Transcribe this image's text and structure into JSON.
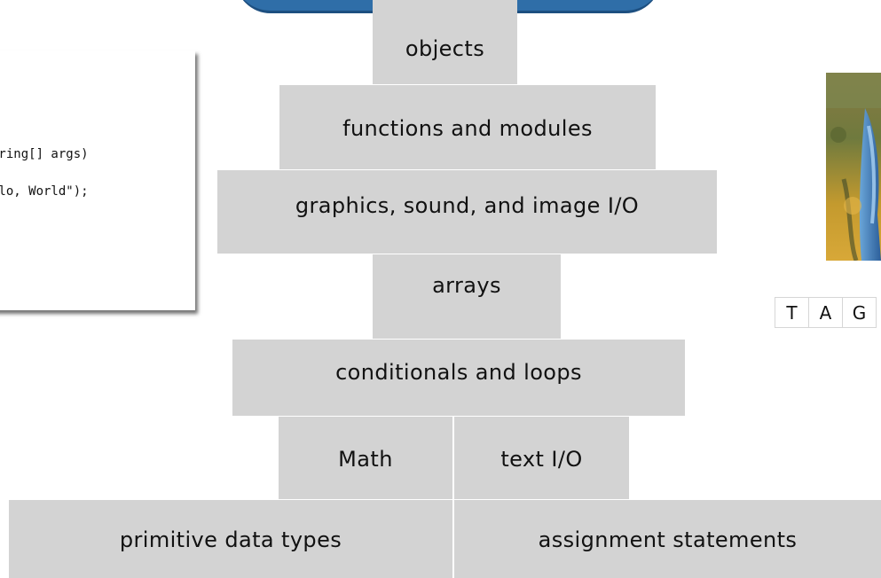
{
  "code_snippet": {
    "lines": [
      "tring[] args)",
      "llo, World\");"
    ]
  },
  "pyramid": {
    "objects": "objects",
    "functions": "functions and modules",
    "graphics": "graphics, sound, and image I/O",
    "arrays": "arrays",
    "conditionals": "conditionals and loops",
    "math": "Math",
    "text_io": "text I/O",
    "primitive": "primitive data types",
    "assignment": "assignment statements"
  },
  "dna_strip": [
    "T",
    "A",
    "G"
  ],
  "colors": {
    "block_fill": "#d3d3d3",
    "banner_blue": "#2f6ea8"
  }
}
